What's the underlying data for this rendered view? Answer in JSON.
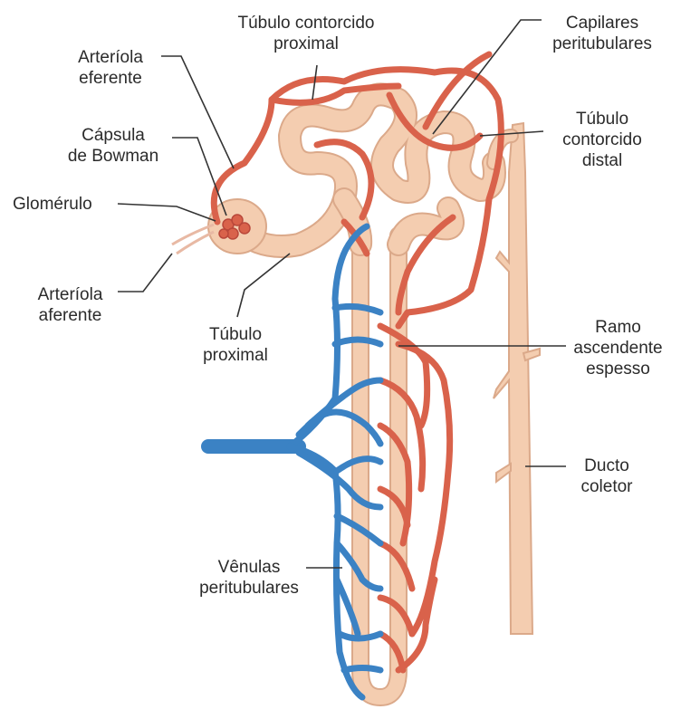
{
  "diagram": {
    "colors": {
      "artery": "#d9624b",
      "vein": "#3b82c4",
      "tubule": "#f4cdb0",
      "tubule_edge": "#dba98a",
      "leader": "#333333",
      "text": "#2b2b2b"
    },
    "labels": {
      "tubulo_contorcido_proximal": "Túbulo contorcido\nproximal",
      "capilares_peritubulares": "Capilares\nperitubulares",
      "arteriola_eferente": "Arteríola\neferente",
      "capsula_de_bowman": "Cápsula\nde Bowman",
      "tubulo_contorcido_distal": "Túbulo\ncontorcido\ndistal",
      "glomerulo": "Glomérulo",
      "arteriola_aferente": "Arteríola\naferente",
      "tubulo_proximal": "Túbulo\nproximal",
      "ramo_ascendente_espesso": "Ramo\nascendente\nespesso",
      "ducto_coletor": "Ducto\ncoletor",
      "venulas_peritubulares": "Vênulas\nperitubulares"
    }
  }
}
